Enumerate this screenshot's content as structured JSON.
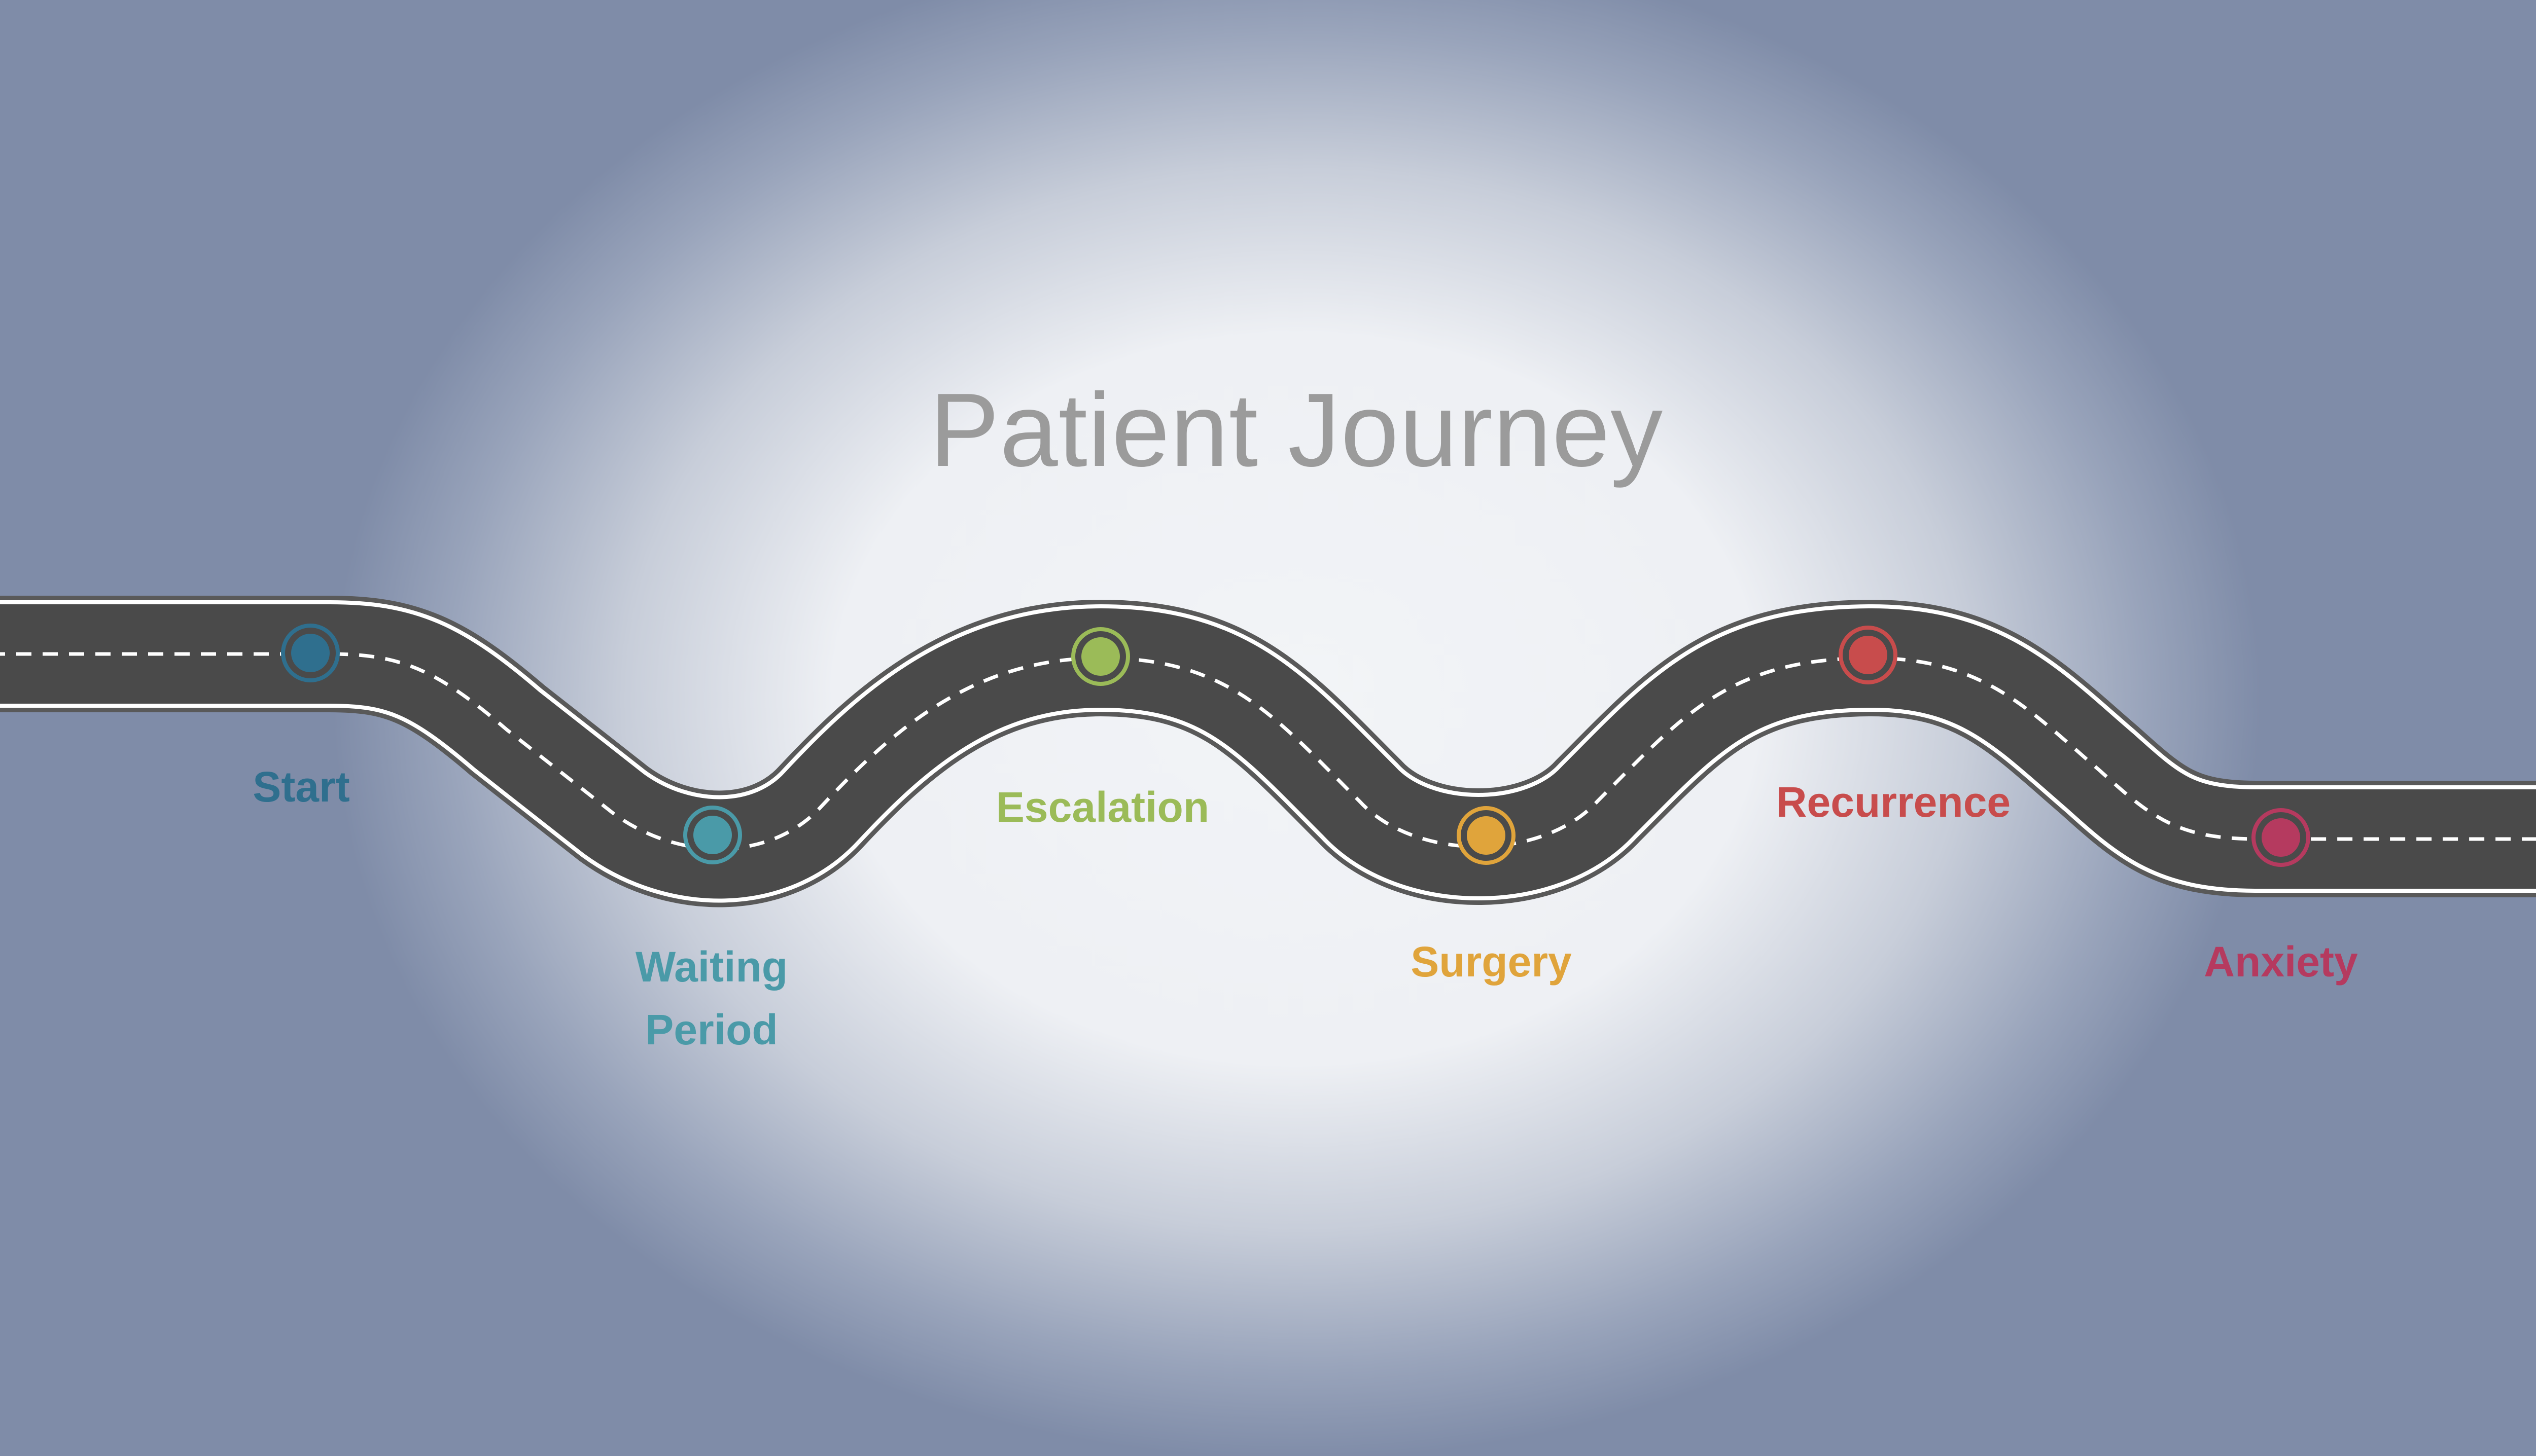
{
  "title": "Patient Journey",
  "stages": [
    {
      "label": "Start",
      "color": "#2f6f8e"
    },
    {
      "label": "Waiting\nPeriod",
      "color": "#4a9aa8"
    },
    {
      "label": "Escalation",
      "color": "#9bbb58"
    },
    {
      "label": "Surgery",
      "color": "#e0a43b"
    },
    {
      "label": "Recurrence",
      "color": "#c84c4c"
    },
    {
      "label": "Anxiety",
      "color": "#b53a5f"
    }
  ],
  "colors": {
    "road": "#4a4a4a",
    "road_edge": "#595959",
    "lane_line": "#ffffff"
  }
}
